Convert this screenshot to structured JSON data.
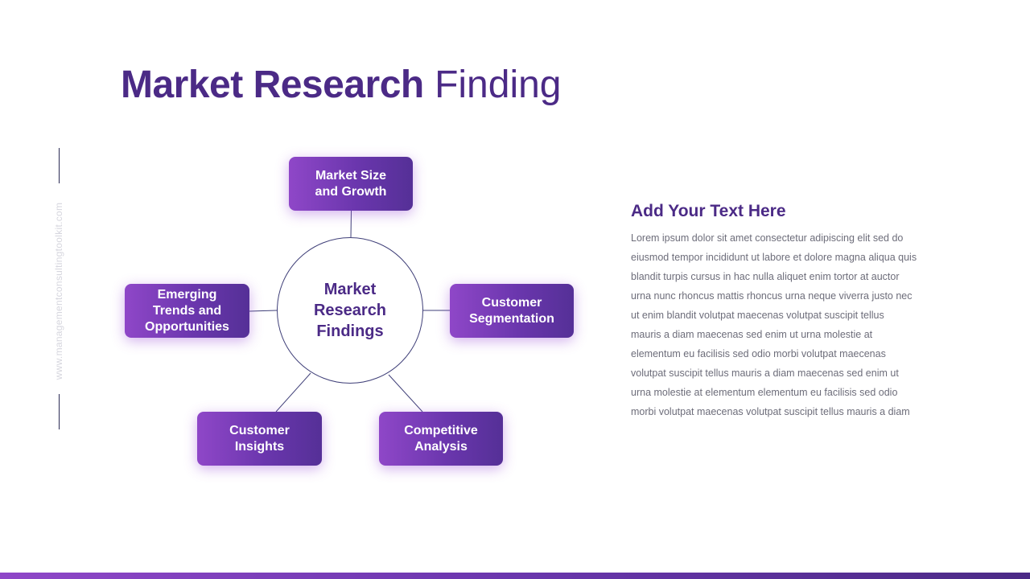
{
  "slide": {
    "title_bold": "Market Research",
    "title_light": "Finding",
    "watermark": "www.managementconsultingtoolkit.com"
  },
  "diagram": {
    "center": "Market\nResearch\nFindings",
    "nodes": {
      "top": "Market Size\nand Growth",
      "left": "Emerging\nTrends and\nOpportunities",
      "right": "Customer\nSegmentation",
      "bottom_left": "Customer\nInsights",
      "bottom_right": "Competitive\nAnalysis"
    }
  },
  "text_panel": {
    "heading": "Add Your Text Here",
    "body": "Lorem ipsum dolor sit amet consectetur adipiscing elit sed do\neiusmod tempor incididunt ut labore et dolore magna aliqua quis\nblandit turpis cursus in hac nulla aliquet enim tortor at auctor\nurna nunc rhoncus mattis rhoncus urna neque viverra justo nec\nut enim blandit volutpat maecenas volutpat suscipit tellus\nmauris a diam maecenas sed enim ut urna molestie at\nelementum eu facilisis sed odio morbi volutpat maecenas\nvolutpat suscipit tellus mauris a diam maecenas sed enim ut\nurna molestie at elementum elementum eu facilisis sed odio\nmorbi volutpat maecenas volutpat suscipit tellus mauris a diam"
  },
  "colors": {
    "title": "#4b2a86",
    "node_gradient_start": "#8f47c8",
    "node_gradient_end": "#553097",
    "connector": "#3f3f78",
    "body_text": "#6d6d7a"
  }
}
